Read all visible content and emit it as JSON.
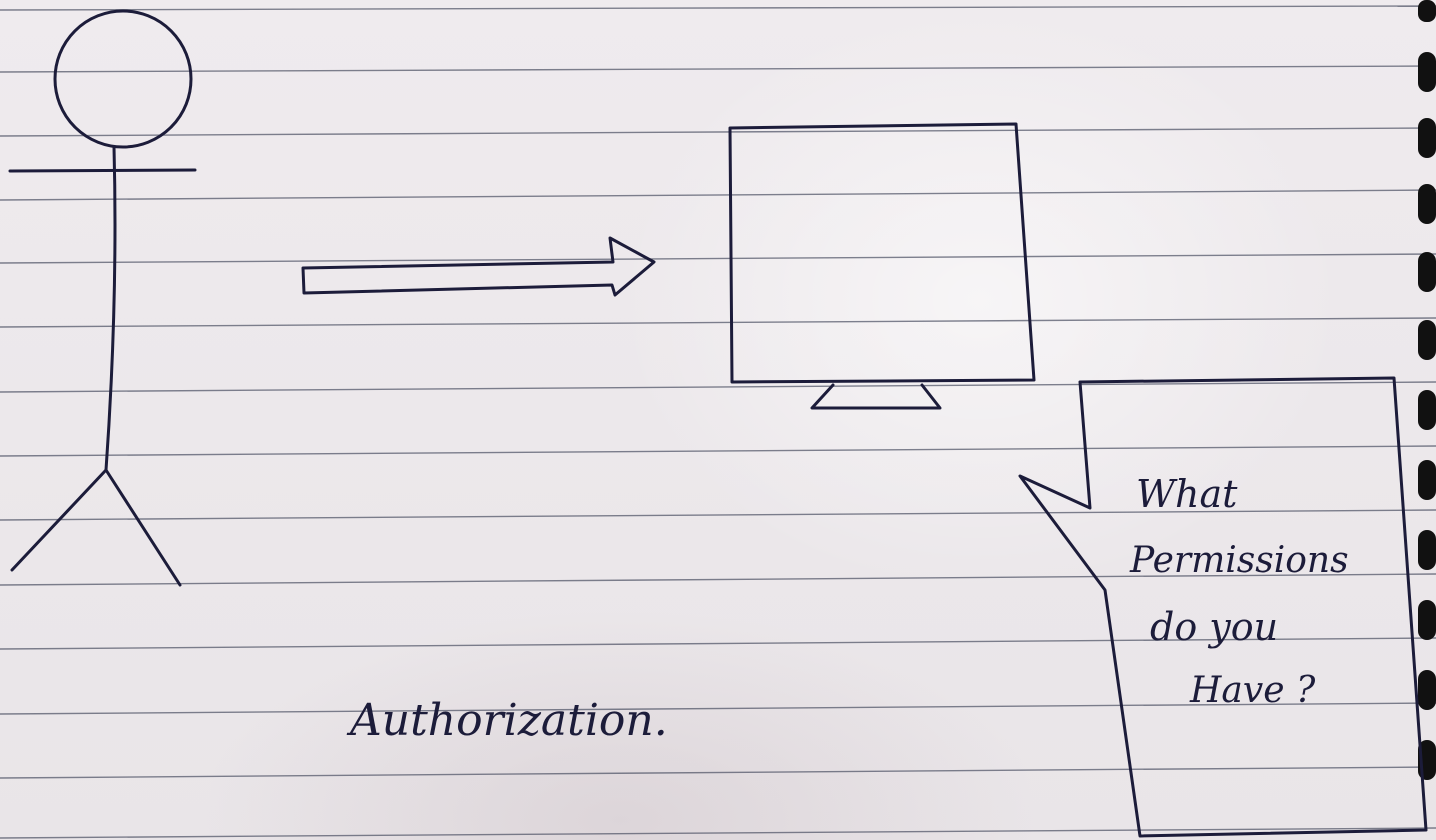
{
  "caption": "Authorization.",
  "speech_bubble": {
    "lines": [
      "What",
      "Permissions",
      "do you",
      "Have ?"
    ]
  },
  "colors": {
    "ink": "#1c1c3a",
    "paper": "#ece8ea",
    "ruled_line": "#55596b"
  },
  "icons": [
    "stick-figure",
    "arrow-right",
    "computer-monitor",
    "speech-bubble"
  ]
}
